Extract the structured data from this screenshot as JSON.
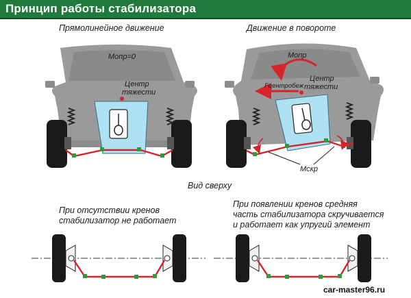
{
  "header": {
    "title": "Принцип работы стабилизатора"
  },
  "front_views": {
    "straight": {
      "caption": "Прямолинейное движение",
      "moment_label": "Mопр=0",
      "center_label_line1": "Центр",
      "center_label_line2": "тяжести"
    },
    "turn": {
      "caption": "Движение в повороте",
      "moment_label": "Mопр",
      "force_label": "Fцентробеж",
      "center_label_line1": "Центр",
      "center_label_line2": "тяжести",
      "torsion_label": "Mскр"
    }
  },
  "top_view": {
    "caption": "Вид сверху",
    "left_text_line1": "При отсутствии кренов",
    "left_text_line2": "стабилизатор не работает",
    "right_text_line1": "При появлении кренов средняя",
    "right_text_line2": "часть стабилизатора скручивается",
    "right_text_line3": "и работает как упругий элемент"
  },
  "watermark": "car-master96.ru",
  "colors": {
    "banner": "#1f7a3c",
    "body_gray": "#9a9a9a",
    "panel_blue": "#aee1f2",
    "bar_red": "#d7232a",
    "joint_green": "#2e9b3e",
    "tire": "#1a1a1a"
  }
}
